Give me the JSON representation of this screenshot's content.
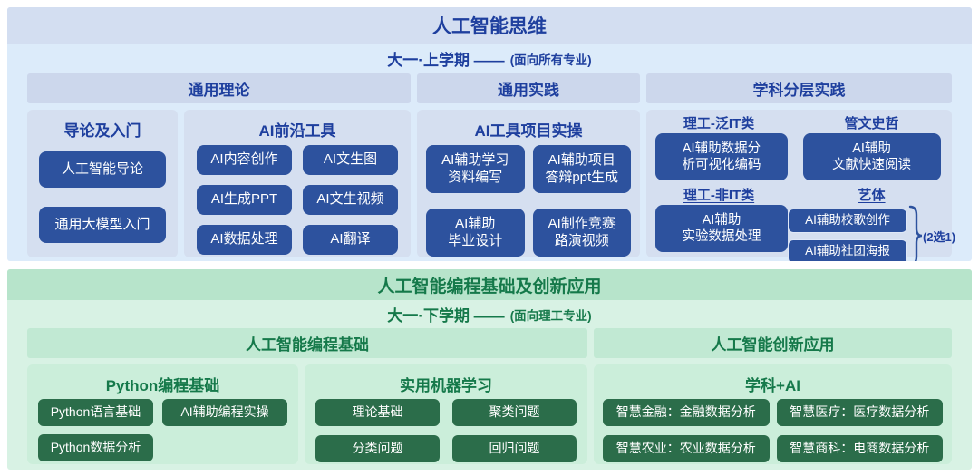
{
  "colors": {
    "top_button": "#2d529e",
    "top_text": "#1e3f9e",
    "bottom_button": "#2b6d4a",
    "bottom_text": "#15794a"
  },
  "top": {
    "title": "人工智能思维",
    "semester": "大一·上学期 ——",
    "audience": "(面向所有专业)",
    "col_headers": [
      "通用理论",
      "通用实践",
      "学科分层实践"
    ],
    "intro": {
      "title": "导论及入门",
      "buttons": [
        "人工智能导论",
        "通用大模型入门"
      ]
    },
    "frontier": {
      "title": "AI前沿工具",
      "buttons": [
        "AI内容创作",
        "AI文生图",
        "AI生成PPT",
        "AI文生视频",
        "AI数据处理",
        "AI翻译"
      ]
    },
    "project": {
      "title": "AI工具项目实操",
      "buttons": [
        "AI辅助学习\n资料编写",
        "AI辅助项目\n答辩ppt生成",
        "AI辅助\n毕业设计",
        "AI制作竞赛\n路演视频"
      ]
    },
    "discipline": {
      "groups": [
        {
          "label": "理工-泛IT类",
          "button": "AI辅助数据分\n析可视化编码"
        },
        {
          "label": "管文史哲",
          "button": "AI辅助\n文献快速阅读"
        },
        {
          "label": "理工-非IT类",
          "button": "AI辅助\n实验数据处理"
        },
        {
          "label": "艺体",
          "button1": "AI辅助校歌创作",
          "button2": "AI辅助社团海报",
          "note": "(2选1)"
        }
      ]
    }
  },
  "bottom": {
    "title": "人工智能编程基础及创新应用",
    "semester": "大一·下学期 ——",
    "audience": "(面向理工专业)",
    "col_headers": [
      "人工智能编程基础",
      "人工智能创新应用"
    ],
    "python": {
      "title": "Python编程基础",
      "buttons": [
        "Python语言基础",
        "AI辅助编程实操",
        "Python数据分析"
      ]
    },
    "ml": {
      "title": "实用机器学习",
      "buttons": [
        "理论基础",
        "聚类问题",
        "分类问题",
        "回归问题"
      ]
    },
    "subject_ai": {
      "title": "学科+AI",
      "buttons": [
        "智慧金融：金融数据分析",
        "智慧医疗：医疗数据分析",
        "智慧农业：农业数据分析",
        "智慧商科：电商数据分析"
      ]
    }
  }
}
